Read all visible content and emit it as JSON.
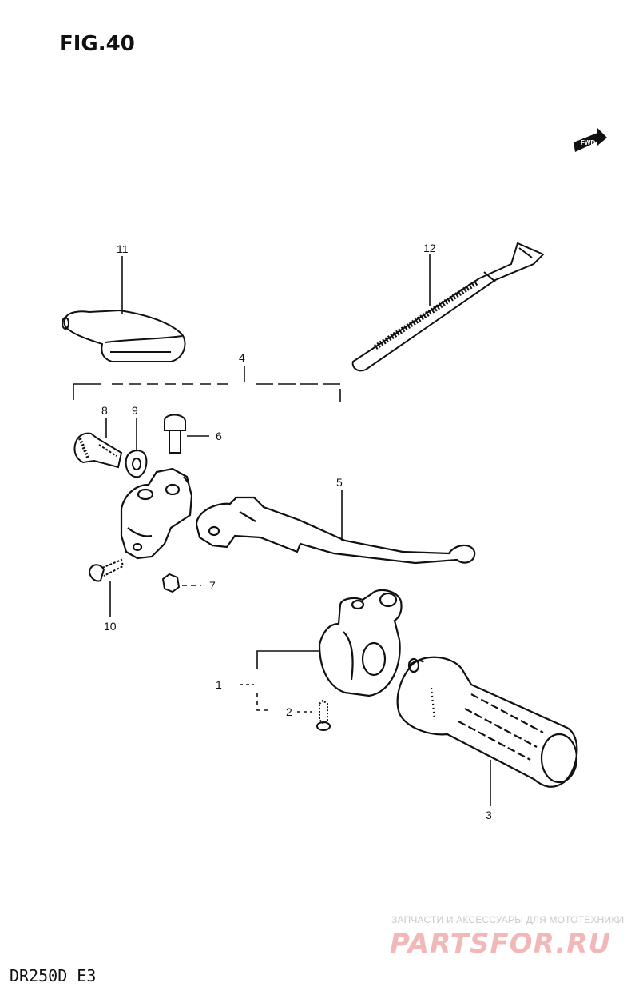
{
  "figure": {
    "title": "FIG.40",
    "code": "DR250D E3",
    "fwd_label": "FWD"
  },
  "callouts": {
    "p1": "1",
    "p2": "2",
    "p3": "3",
    "p4": "4",
    "p5": "5",
    "p6": "6",
    "p7": "7",
    "p8": "8",
    "p9": "9",
    "p10": "10",
    "p11": "11",
    "p12": "12"
  },
  "watermark": {
    "line1": "ЗАПЧАСТИ И АКСЕССУАРЫ ДЛЯ МОТОТЕХНИКИ",
    "line2": "PARTSFOR.RU"
  },
  "colors": {
    "ink": "#111111",
    "watermark_text": "#c9c9c9",
    "watermark_logo": "#f2b8b8"
  }
}
